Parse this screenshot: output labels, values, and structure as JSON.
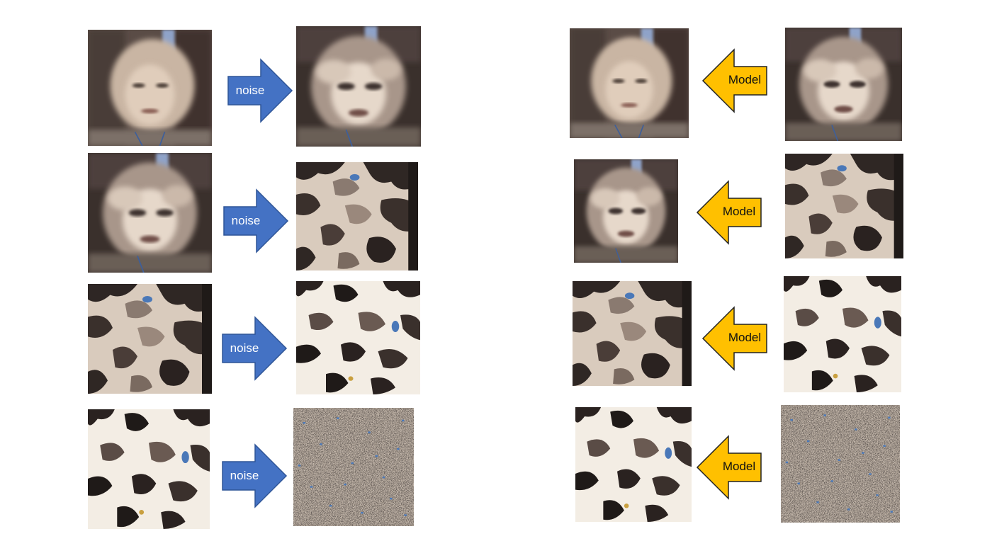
{
  "labels": {
    "forward": "noise",
    "reverse": "Model"
  },
  "colors": {
    "noise_arrow_fill": "#4472c4",
    "noise_arrow_stroke": "#2f5597",
    "model_arrow_fill": "#ffc000",
    "model_arrow_stroke": "#222222",
    "photo_dark": "#3a302c",
    "photo_mid": "#8a7a70",
    "photo_light": "#efe7dc",
    "noise_blue": "#4a78b8"
  },
  "forward_steps": [
    {
      "input": "face",
      "output": "face-distorted",
      "label_key": "forward"
    },
    {
      "input": "face-distorted",
      "output": "blobs-dark",
      "label_key": "forward"
    },
    {
      "input": "blobs-dark",
      "output": "blobs-light",
      "label_key": "forward"
    },
    {
      "input": "blobs-light",
      "output": "pure-noise",
      "label_key": "forward"
    }
  ],
  "reverse_steps": [
    {
      "input": "face-distorted",
      "output": "face",
      "label_key": "reverse"
    },
    {
      "input": "blobs-dark",
      "output": "face-distorted",
      "label_key": "reverse"
    },
    {
      "input": "blobs-light",
      "output": "blobs-dark",
      "label_key": "reverse"
    },
    {
      "input": "pure-noise",
      "output": "blobs-light",
      "label_key": "reverse"
    }
  ]
}
